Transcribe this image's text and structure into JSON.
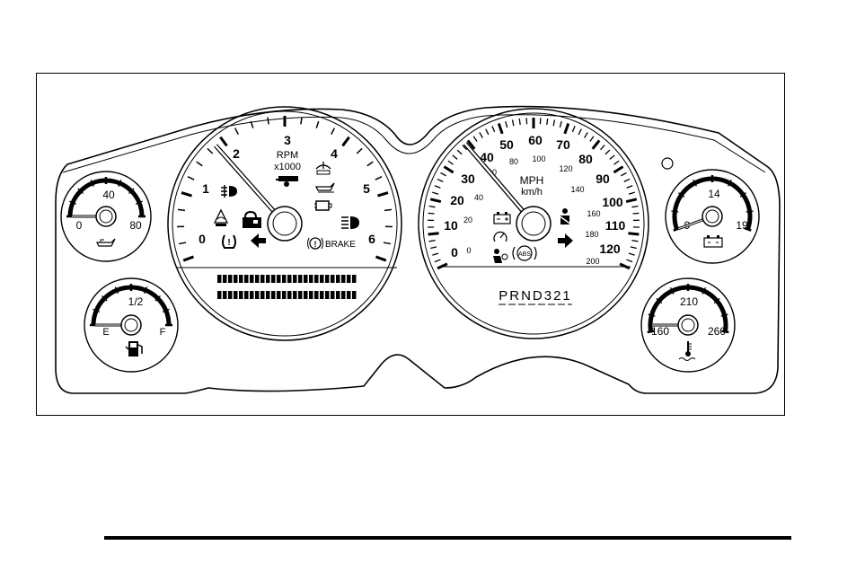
{
  "colors": {
    "ink": "#000000",
    "paper": "#ffffff"
  },
  "oil_gauge": {
    "labels": [
      "0",
      "40",
      "80"
    ],
    "icon": "oil-can-icon"
  },
  "fuel_gauge": {
    "labels": [
      "E",
      "1/2",
      "F"
    ],
    "icon": "fuel-pump-icon"
  },
  "tachometer": {
    "labels": [
      "0",
      "1",
      "2",
      "3",
      "4",
      "5",
      "6"
    ],
    "unit_line1": "RPM",
    "unit_line2": "x1000",
    "brake_label": "BRAKE",
    "icons": [
      "fog-lamp-icon",
      "trailer-icon",
      "washer-fluid-icon",
      "traction-control-icon",
      "security-lock-icon",
      "oil-level-icon",
      "check-engine-icon",
      "tire-pressure-icon",
      "left-turn-arrow-icon",
      "high-beam-icon",
      "brake-warning-icon"
    ]
  },
  "speedometer": {
    "mph_labels": [
      "0",
      "10",
      "20",
      "30",
      "40",
      "50",
      "60",
      "70",
      "80",
      "90",
      "100",
      "110",
      "120"
    ],
    "kmh_labels": [
      "0",
      "20",
      "40",
      "60",
      "80",
      "100",
      "120",
      "140",
      "160",
      "180",
      "200"
    ],
    "unit_mph": "MPH",
    "unit_kmh": "km/h",
    "icons": [
      "battery-icon",
      "seatbelt-icon",
      "cruise-control-icon",
      "airbag-icon",
      "abs-icon",
      "right-turn-arrow-icon"
    ],
    "abs_label": "ABS"
  },
  "gear_indicator": {
    "text": "PRND321"
  },
  "voltmeter": {
    "labels": [
      "9",
      "14",
      "19"
    ],
    "icon": "battery-icon"
  },
  "temp_gauge": {
    "labels": [
      "160",
      "210",
      "260"
    ],
    "icon": "coolant-temp-icon"
  }
}
